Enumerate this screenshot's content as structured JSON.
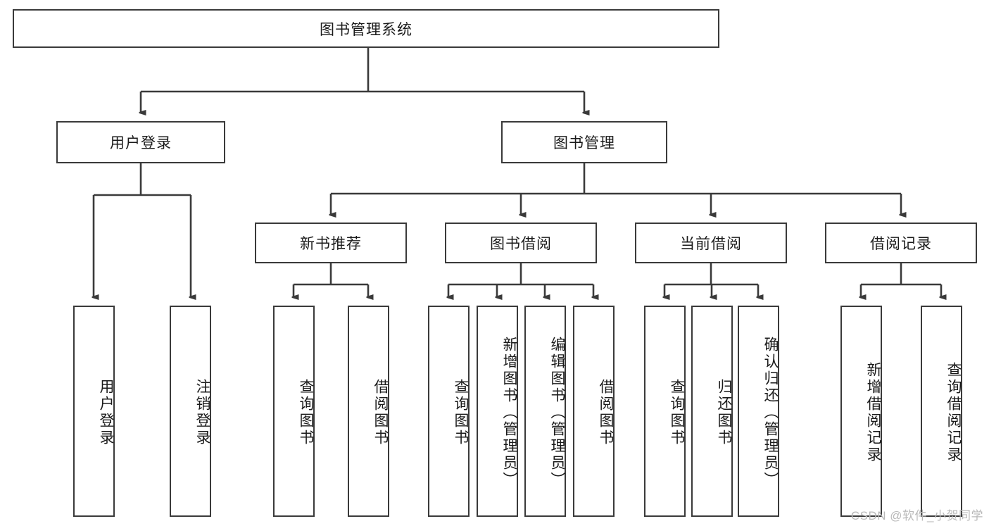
{
  "diagram": {
    "title": "图书管理系统",
    "type": "hierarchy-tree",
    "watermark": "CSDN @软件_小贺同学",
    "colors": {
      "stroke": "#3a3a3a",
      "fill": "#ffffff",
      "text": "#1a1a1a",
      "watermark": "#b9b9b9"
    },
    "root": {
      "id": "root",
      "label": "图书管理系统"
    },
    "level1": [
      {
        "id": "user-login",
        "label": "用户登录"
      },
      {
        "id": "book-manage",
        "label": "图书管理"
      }
    ],
    "level2": [
      {
        "id": "new-book-recommend",
        "label": "新书推荐",
        "parent": "book-manage"
      },
      {
        "id": "book-borrow",
        "label": "图书借阅",
        "parent": "book-manage"
      },
      {
        "id": "current-borrow",
        "label": "当前借阅",
        "parent": "book-manage"
      },
      {
        "id": "borrow-record",
        "label": "借阅记录",
        "parent": "book-manage"
      }
    ],
    "leaves": [
      {
        "id": "leaf-user-login",
        "label": "用户登录",
        "parent": "user-login"
      },
      {
        "id": "leaf-logout",
        "label": "注销登录",
        "parent": "user-login"
      },
      {
        "id": "leaf-query-book-1",
        "label": "查询图书",
        "parent": "new-book-recommend"
      },
      {
        "id": "leaf-borrow-book-1",
        "label": "借阅图书",
        "parent": "new-book-recommend"
      },
      {
        "id": "leaf-query-book-2",
        "label": "查询图书",
        "parent": "book-borrow"
      },
      {
        "id": "leaf-add-book",
        "label": "新增图书（管理员）",
        "parent": "book-borrow"
      },
      {
        "id": "leaf-edit-book",
        "label": "编辑图书（管理员）",
        "parent": "book-borrow"
      },
      {
        "id": "leaf-borrow-book-2",
        "label": "借阅图书",
        "parent": "book-borrow"
      },
      {
        "id": "leaf-query-book-3",
        "label": "查询图书",
        "parent": "current-borrow"
      },
      {
        "id": "leaf-return-book",
        "label": "归还图书",
        "parent": "current-borrow"
      },
      {
        "id": "leaf-confirm-return",
        "label": "确认归还（管理员）",
        "parent": "current-borrow"
      },
      {
        "id": "leaf-add-record",
        "label": "新增借阅记录",
        "parent": "borrow-record"
      },
      {
        "id": "leaf-query-record",
        "label": "查询借阅记录",
        "parent": "borrow-record"
      }
    ]
  }
}
